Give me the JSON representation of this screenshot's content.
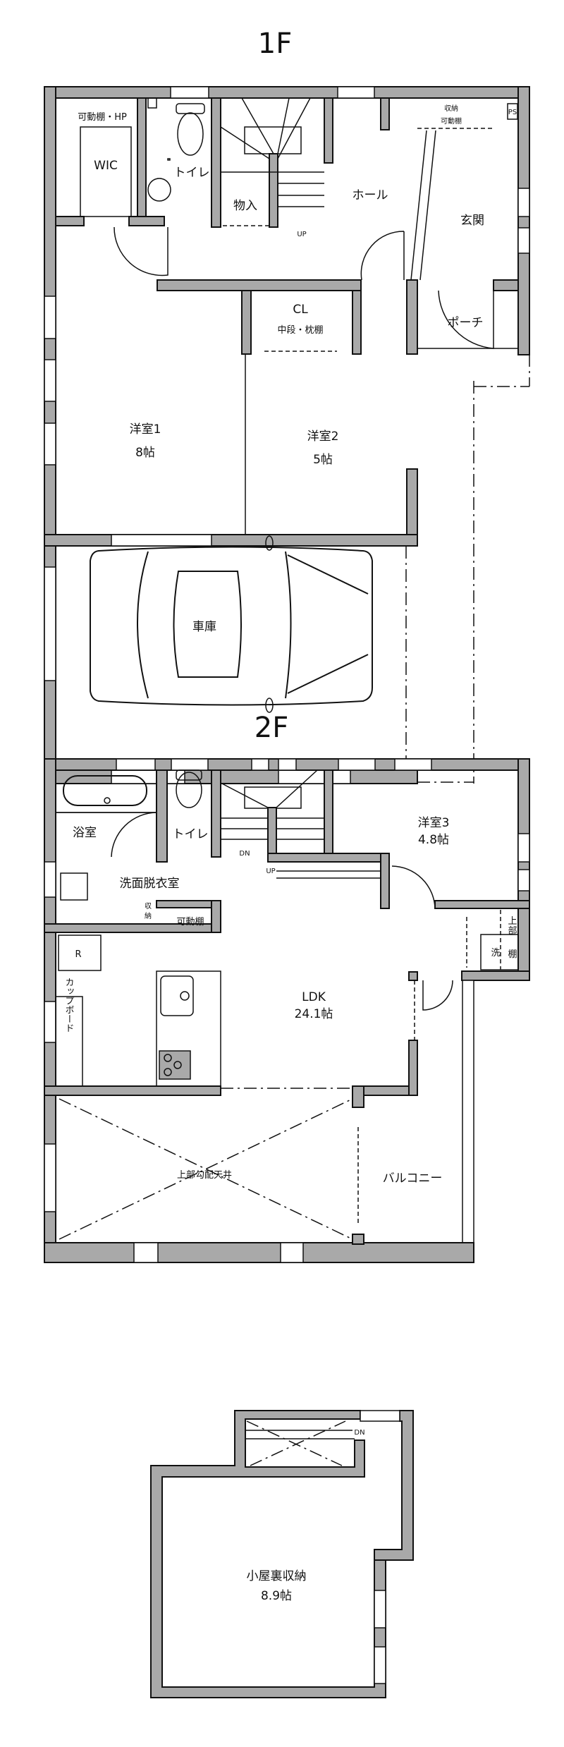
{
  "floors": {
    "f1": {
      "title": "1F",
      "rooms": {
        "shelf_hp": "可動棚・HP",
        "wic": "WIC",
        "toilet": "トイレ",
        "storage": "物入",
        "up": "UP",
        "hall": "ホール",
        "storage_top": "収納",
        "storage_shelf": "可動棚",
        "ps": "PS",
        "entrance": "玄関",
        "cl": "CL",
        "cl_shelf": "中段・枕棚",
        "porch": "ポーチ",
        "bedroom1": "洋室1",
        "bedroom1_size": "8帖",
        "bedroom2": "洋室2",
        "bedroom2_size": "5帖",
        "garage": "車庫"
      }
    },
    "f2": {
      "title": "2F",
      "rooms": {
        "bath": "浴室",
        "toilet": "トイレ",
        "dn": "DN",
        "up": "UP",
        "bedroom3": "洋室3",
        "bedroom3_size": "4.8帖",
        "washroom": "洗面脱衣室",
        "storage_small_1": "収",
        "storage_small_2": "納",
        "shelf": "可動棚",
        "fridge": "R",
        "upper_1": "上",
        "upper_2": "部",
        "laundry": "洗",
        "laundry_shelf": "棚",
        "ldk": "LDK",
        "ldk_size": "24.1帖",
        "cupboard": "カップボード",
        "ceiling": "上部勾配天井",
        "balcony": "バルコニー"
      }
    },
    "loft": {
      "dn": "DN",
      "name": "小屋裏収納",
      "size": "8.9帖"
    }
  },
  "colors": {
    "wall": "#a9a9a9",
    "line": "#111111"
  }
}
